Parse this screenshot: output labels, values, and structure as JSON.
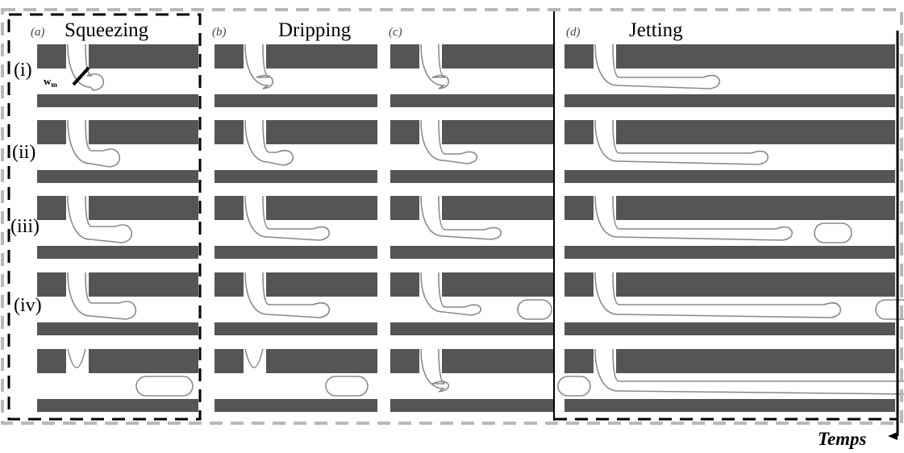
{
  "panels": [
    {
      "id": "a",
      "paren": "(a)",
      "title": "Squeezing"
    },
    {
      "id": "b",
      "paren": "(b)",
      "title": "Dripping"
    },
    {
      "id": "c",
      "paren": "(c)",
      "title": ""
    },
    {
      "id": "d",
      "paren": "(d)",
      "title": "Jetting"
    }
  ],
  "rows": [
    "(i)",
    "(ii)",
    "(iii)",
    "(iv)",
    ""
  ],
  "channel_width_label": "w",
  "channel_width_subscript": "m",
  "time_label": "Temps",
  "colors": {
    "wall": "#555555",
    "interface": "#8a8a8a",
    "outer_dash": "#b8b8b8",
    "inner_dash": "#000000"
  }
}
